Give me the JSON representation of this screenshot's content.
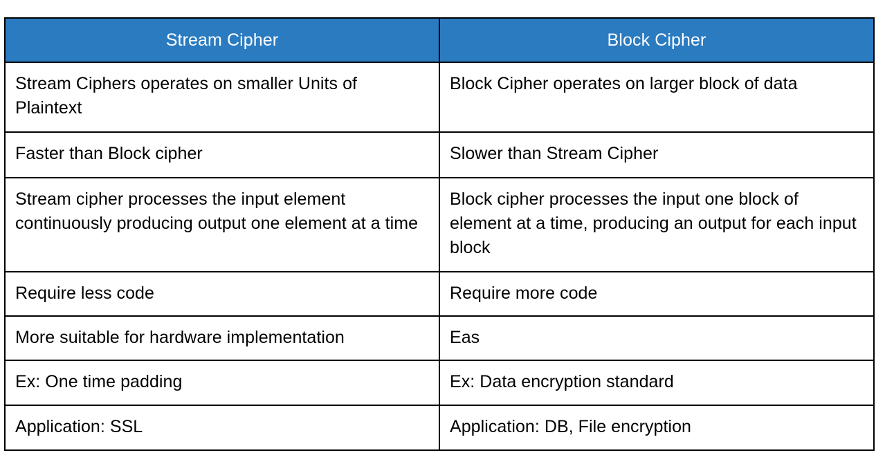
{
  "page": {
    "background_color": "#ffffff",
    "text_color": "#000000"
  },
  "table": {
    "name": "stream-cipher-vs-block-cipher-comparison",
    "header_background_color": "#2b7bc0",
    "header_text_color": "#ffffff",
    "border_color": "#000000",
    "columns": [
      {
        "label": "Stream Cipher"
      },
      {
        "label": "Block Cipher"
      }
    ],
    "rows": [
      {
        "left": "Stream Ciphers operates on smaller Units of Plaintext",
        "right": "Block Cipher operates on larger block of data"
      },
      {
        "left": "Faster than Block cipher",
        "right": "Slower than Stream Cipher"
      },
      {
        "left": "Stream cipher processes the input element continuously producing output one element at a time",
        "right": "Block cipher processes the input one block of element at a time, producing an output for each input block"
      },
      {
        "left": "Require less code",
        "right": "Require more code"
      },
      {
        "left": "More suitable for hardware implementation",
        "right": "Eas"
      },
      {
        "left": "Ex: One time padding",
        "right": "Ex: Data encryption standard"
      },
      {
        "left": "Application: SSL",
        "right": "Application: DB, File encryption"
      }
    ]
  }
}
